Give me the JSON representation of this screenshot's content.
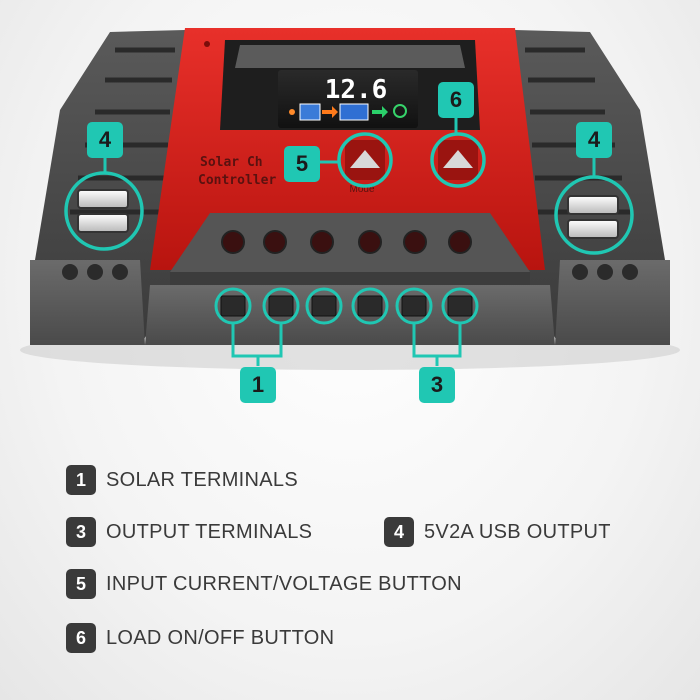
{
  "device": {
    "display_value": "12.6",
    "body_text_line1": "Solar Ch",
    "body_text_line2": "Controller",
    "button_label_mode": "Mode"
  },
  "callouts": {
    "solar": "1",
    "output": "3",
    "usb_left": "4",
    "usb_right": "4",
    "input_button": "5",
    "load_button": "6"
  },
  "legend": [
    {
      "number": "1",
      "label": "SOLAR TERMINALS"
    },
    {
      "number": "3",
      "label": "OUTPUT TERMINALS"
    },
    {
      "number": "4",
      "label": "5V2A USB OUTPUT"
    },
    {
      "number": "5",
      "label": "INPUT CURRENT/VOLTAGE BUTTON"
    },
    {
      "number": "6",
      "label": "LOAD ON/OFF BUTTON"
    }
  ],
  "colors": {
    "accent": "#20c7b3",
    "body_red": "#d5221f",
    "housing": "#4a4a4a",
    "badge": "#3a3a3a"
  }
}
